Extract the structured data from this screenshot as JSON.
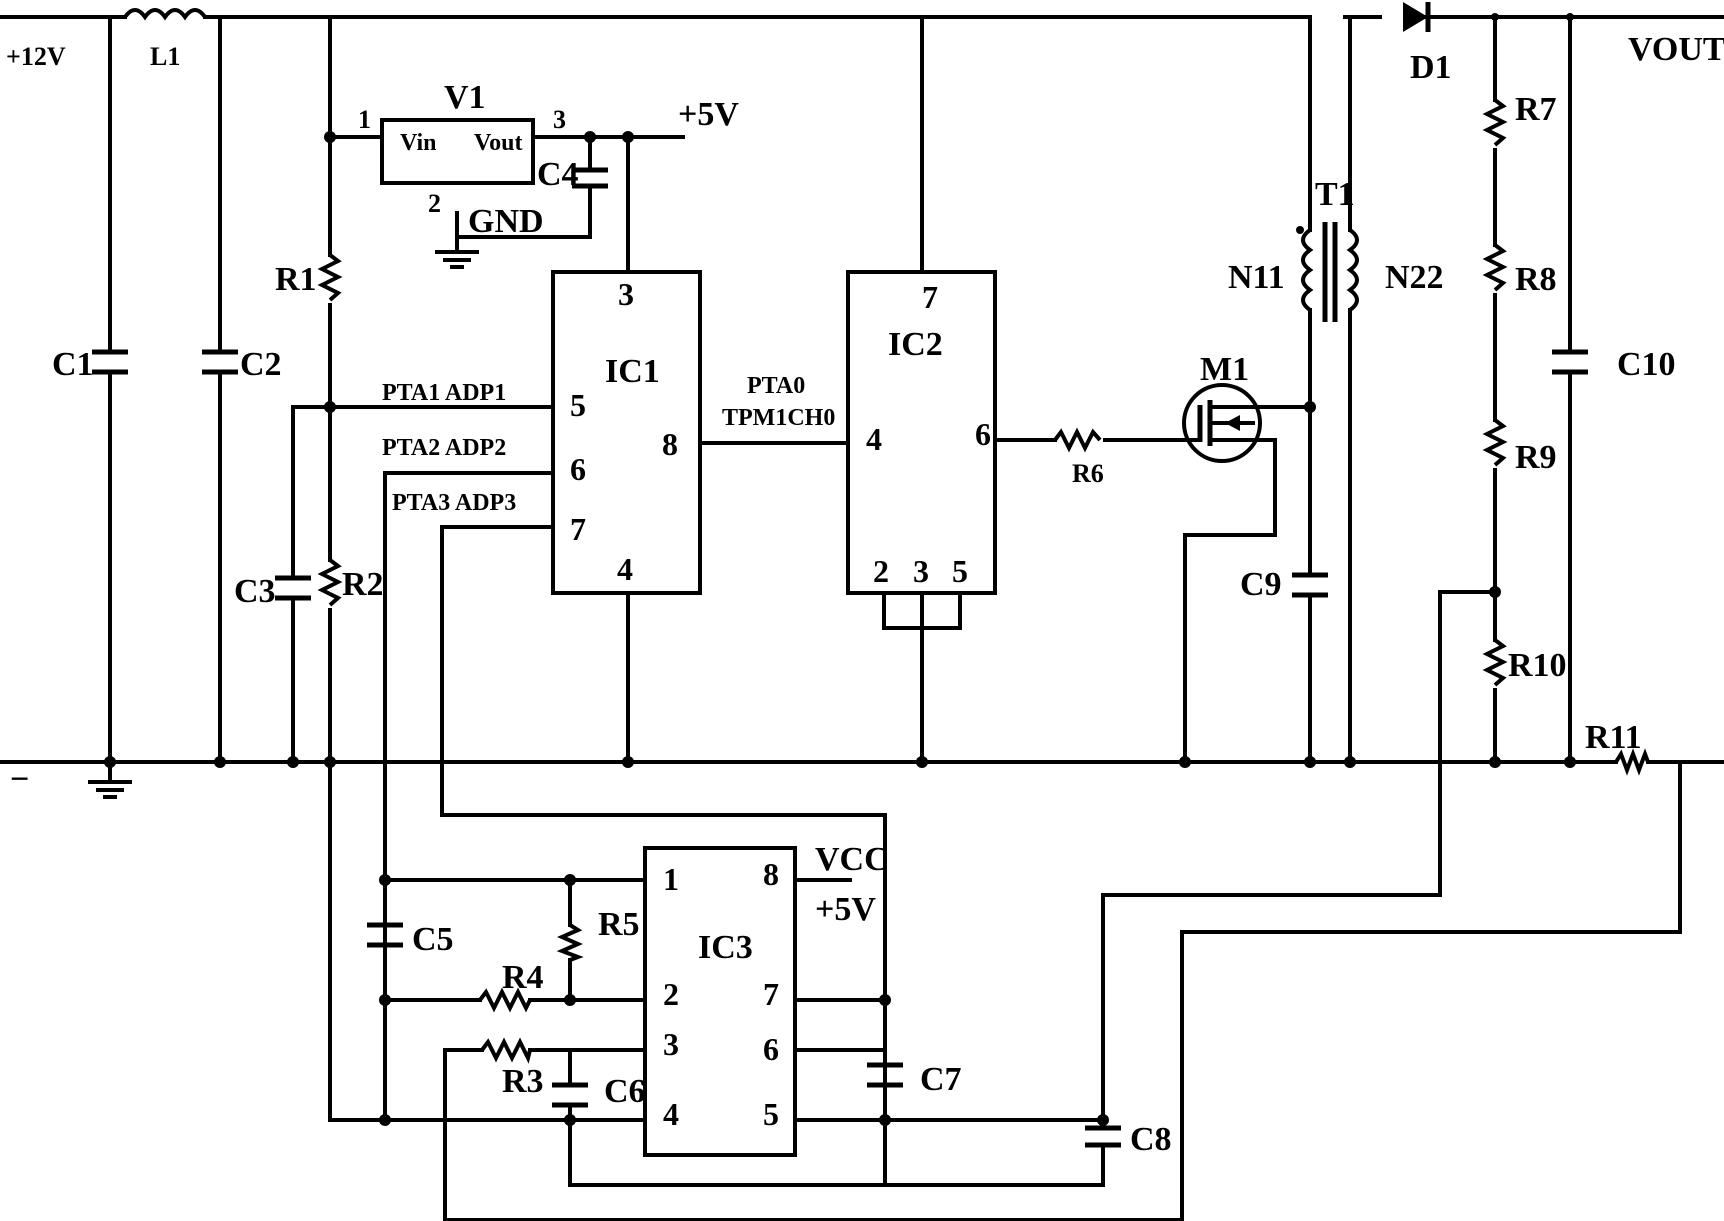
{
  "labels": {
    "supply": "+12V",
    "gnd_rail": "−",
    "L1": "L1",
    "C1": "C1",
    "C2": "C2",
    "C3": "C3",
    "C4": "C4",
    "C5": "C5",
    "C6": "C6",
    "C7": "C7",
    "C8": "C8",
    "C9": "C9",
    "C10": "C10",
    "R1": "R1",
    "R2": "R2",
    "R3": "R3",
    "R4": "R4",
    "R5": "R5",
    "R6": "R6",
    "R7": "R7",
    "R8": "R8",
    "R9": "R9",
    "R10": "R10",
    "R11": "R11",
    "D1": "D1",
    "M1": "M1",
    "T1": "T1",
    "N11": "N11",
    "N22": "N22",
    "vout": "VOUT"
  },
  "regulator": {
    "name": "V1",
    "vin": "Vin",
    "vout": "Vout",
    "gnd": "GND",
    "pin_in": "1",
    "pin_out": "3",
    "pin_gnd": "2",
    "output": "+5V"
  },
  "ic1": {
    "name": "IC1",
    "pins": {
      "p3": "3",
      "p5": "5",
      "p6": "6",
      "p7": "7",
      "p8": "8",
      "p4": "4"
    },
    "nets": {
      "adp1": "PTA1 ADP1",
      "adp2": "PTA2 ADP2",
      "adp3": "PTA3 ADP3",
      "pta0": "PTA0",
      "tpm": "TPM1CH0"
    }
  },
  "ic2": {
    "name": "IC2",
    "pins": {
      "p7": "7",
      "p4": "4",
      "p6": "6",
      "p2": "2",
      "p3": "3",
      "p5": "5"
    }
  },
  "ic3": {
    "name": "IC3",
    "pins": {
      "p1": "1",
      "p2": "2",
      "p3": "3",
      "p4": "4",
      "p5": "5",
      "p6": "6",
      "p7": "7",
      "p8": "8"
    },
    "vcc": "VCC",
    "vcc_value": "+5V"
  },
  "colors": {
    "ink": "#000000",
    "paper": "#ffffff"
  }
}
